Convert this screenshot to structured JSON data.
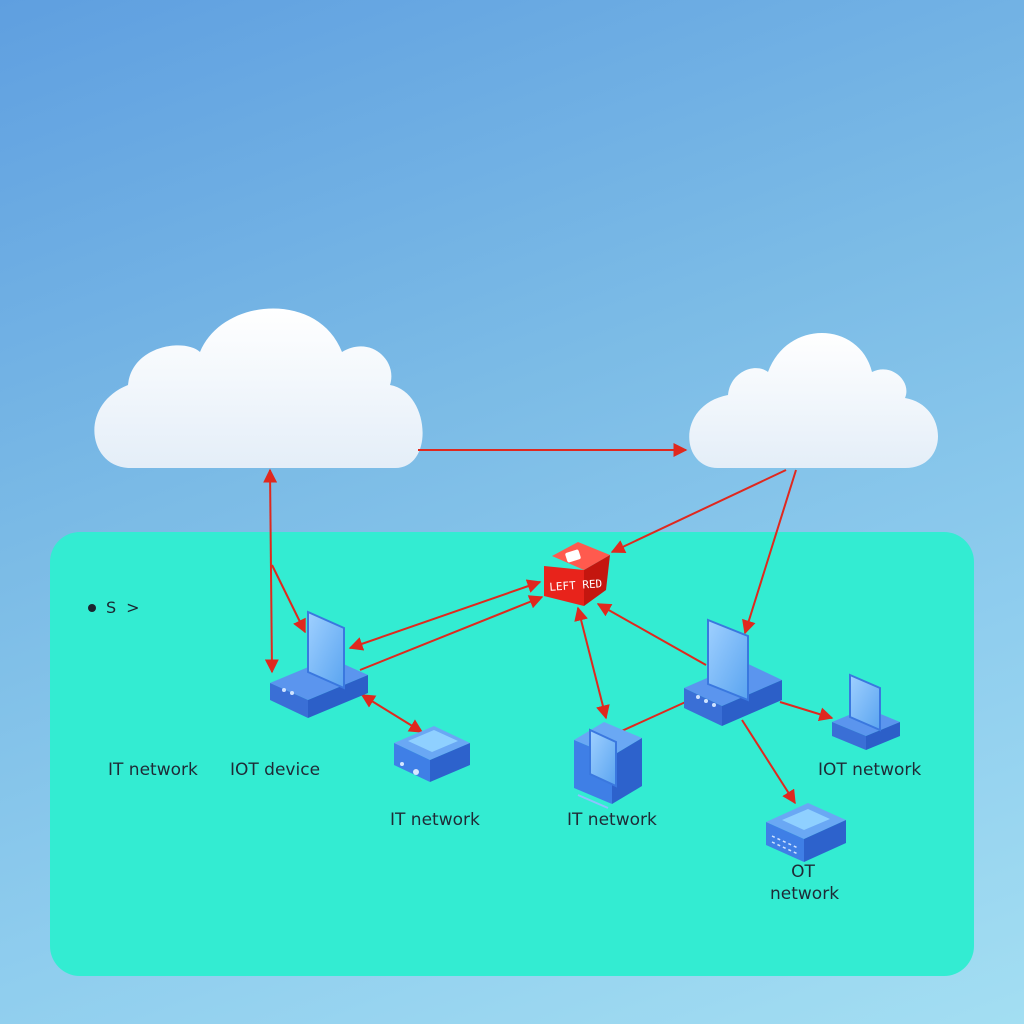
{
  "nav": {
    "crumb": "S",
    "chevron": ">"
  },
  "router": {
    "label": "LEFT RED"
  },
  "labels": {
    "it_network_left": "IT network",
    "iot_device": "IOT device",
    "it_network_mid": "IT network",
    "it_network_center": "IT network",
    "iot_network": "IOT network",
    "ot_network_line1": "OT",
    "ot_network_line2": "network"
  },
  "icons": {
    "left_cloud": "cloud-icon",
    "right_cloud": "cloud-icon",
    "router": "router-icon",
    "server_left": "server-icon",
    "server_right": "server-icon",
    "device_mid": "network-device-icon",
    "device_center": "server-tower-icon",
    "device_iot": "iot-device-icon",
    "device_ot": "network-switch-icon"
  },
  "colors": {
    "connection": "#e0281e",
    "panel": "#33ecd2",
    "device_blue": "#3f7fe6",
    "router_red": "#e8231b"
  }
}
